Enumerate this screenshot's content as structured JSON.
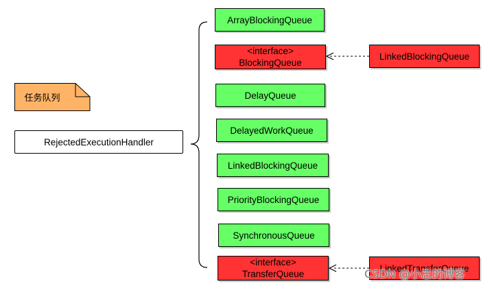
{
  "note": {
    "label": "任务队列",
    "fill": "#ffb366"
  },
  "handler": {
    "label": "RejectedExecutionHandler"
  },
  "queues": [
    {
      "label": "ArrayBlockingQueue"
    },
    {
      "stereotype": "<interface>",
      "label": "BlockingQueue"
    },
    {
      "label": "DelayQueue"
    },
    {
      "label": "DelayedWorkQueue"
    },
    {
      "label": "LinkedBlockingQueue"
    },
    {
      "label": "PriorityBlockingQueue"
    },
    {
      "label": "SynchronousQueue"
    },
    {
      "stereotype": "<interface>",
      "label": "TransferQueue"
    }
  ],
  "implementers": [
    {
      "label": "LinkedBlockingQueue"
    },
    {
      "label": "LinkedTransferQueue"
    }
  ],
  "watermark": "CSDN @小志的博客",
  "colors": {
    "class": "#66ff66",
    "interface": "#ff3333",
    "note": "#ffb366"
  }
}
